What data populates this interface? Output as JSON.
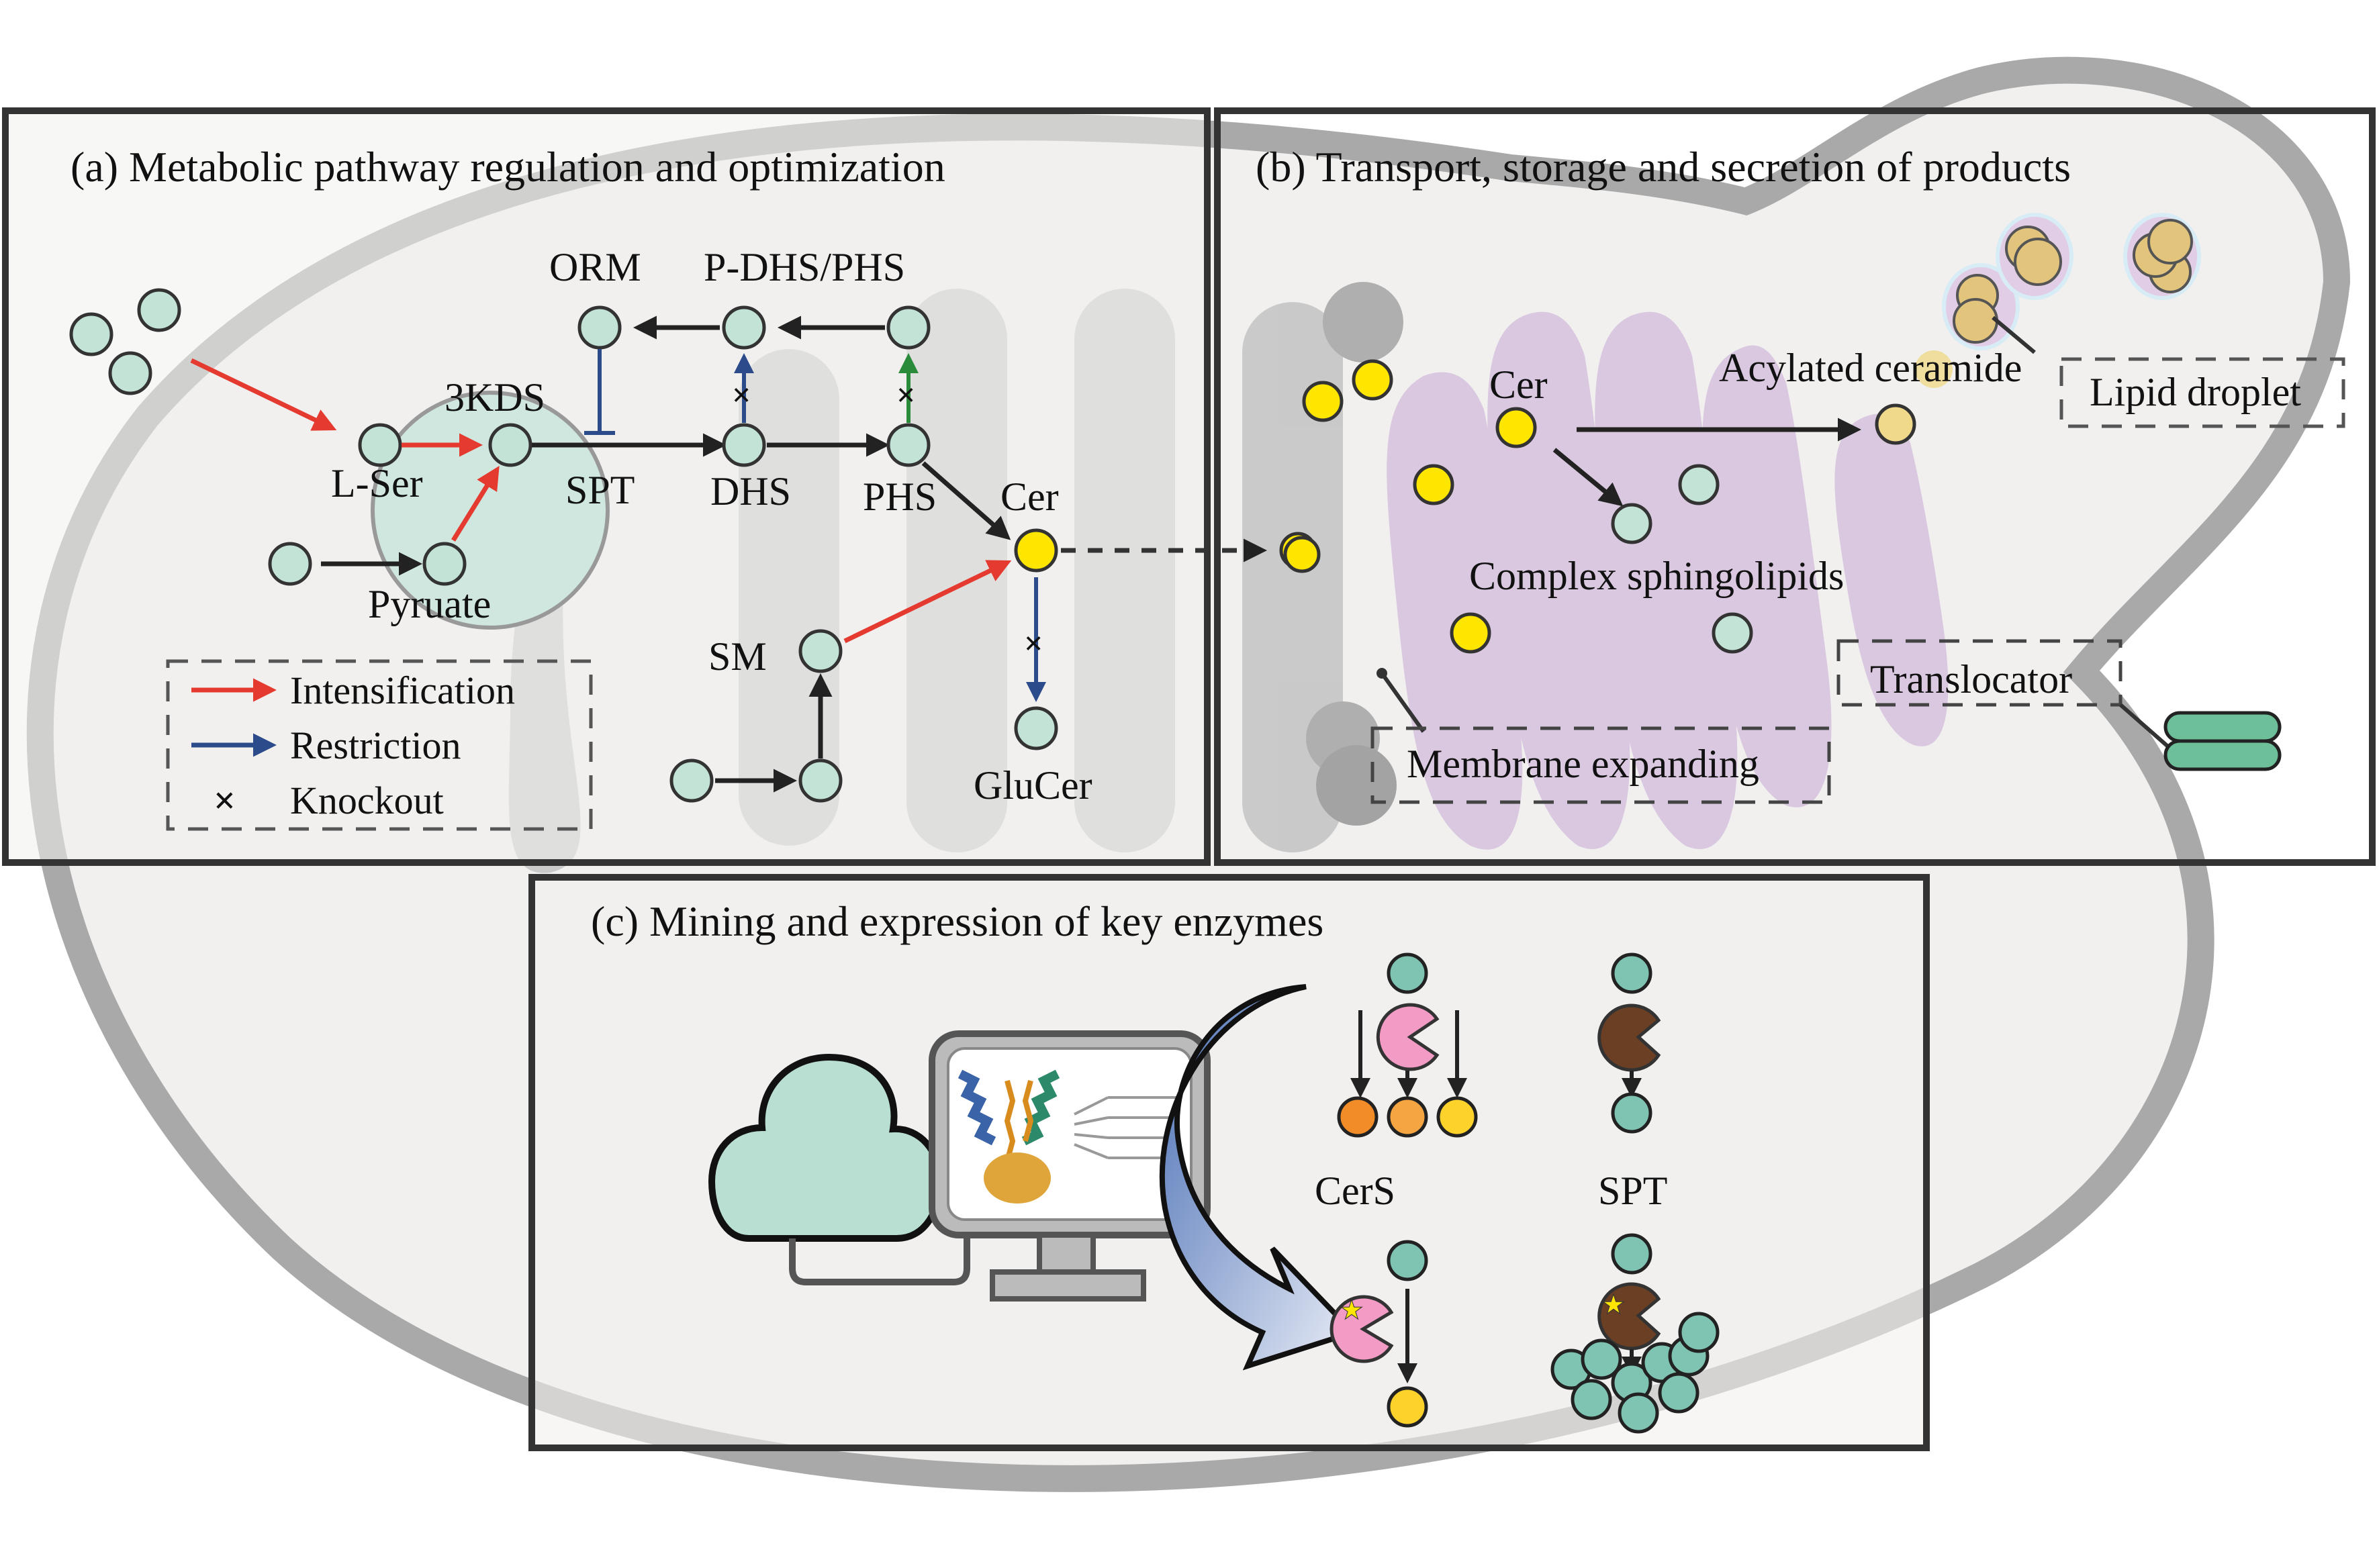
{
  "colors": {
    "intensification": "#e53a2f",
    "restriction": "#2c4b8a",
    "activation_green": "#2a8c3a",
    "metabolite": "#c3e3d6",
    "ceramide": "#ffe600",
    "acylated_ceramide": "#f0d98a",
    "golgi": "#d9c8e0",
    "lipid_droplet": "#e2c47c",
    "teal_node": "#7fc4b2",
    "cers_enzyme": "#f29bc4",
    "spt_enzyme": "#6b3f24",
    "cloud": "#b9dfd2",
    "translocator": "#6cbf98"
  },
  "panel_a": {
    "title": "(a) Metabolic pathway regulation and optimization",
    "labels": {
      "orm": "ORM",
      "pdhs_phs": "P-DHS/PHS",
      "kds": "3KDS",
      "lser": "L-Ser",
      "spt": "SPT",
      "dhs": "DHS",
      "phs": "PHS",
      "cer": "Cer",
      "pyruate": "Pyruate",
      "sm": "SM",
      "glucer": "GluCer"
    },
    "legend": {
      "items": [
        {
          "label": "Intensification",
          "symbol": "red-arrow"
        },
        {
          "label": "Restriction",
          "symbol": "blue-arrow"
        },
        {
          "label": "Knockout",
          "symbol": "x-mark"
        }
      ]
    }
  },
  "panel_b": {
    "title": "(b) Transport, storage and secretion of products",
    "labels": {
      "cer": "Cer",
      "acylated_ceramide": "Acylated ceramide",
      "lipid_droplet": "Lipid droplet",
      "complex_sphingolipids": "Complex sphingolipids",
      "translocator": "Translocator",
      "membrane_expanding": "Membrane expanding"
    }
  },
  "panel_c": {
    "title": "(c) Mining and expression of key enzymes",
    "labels": {
      "cers": "CerS",
      "spt": "SPT"
    }
  }
}
